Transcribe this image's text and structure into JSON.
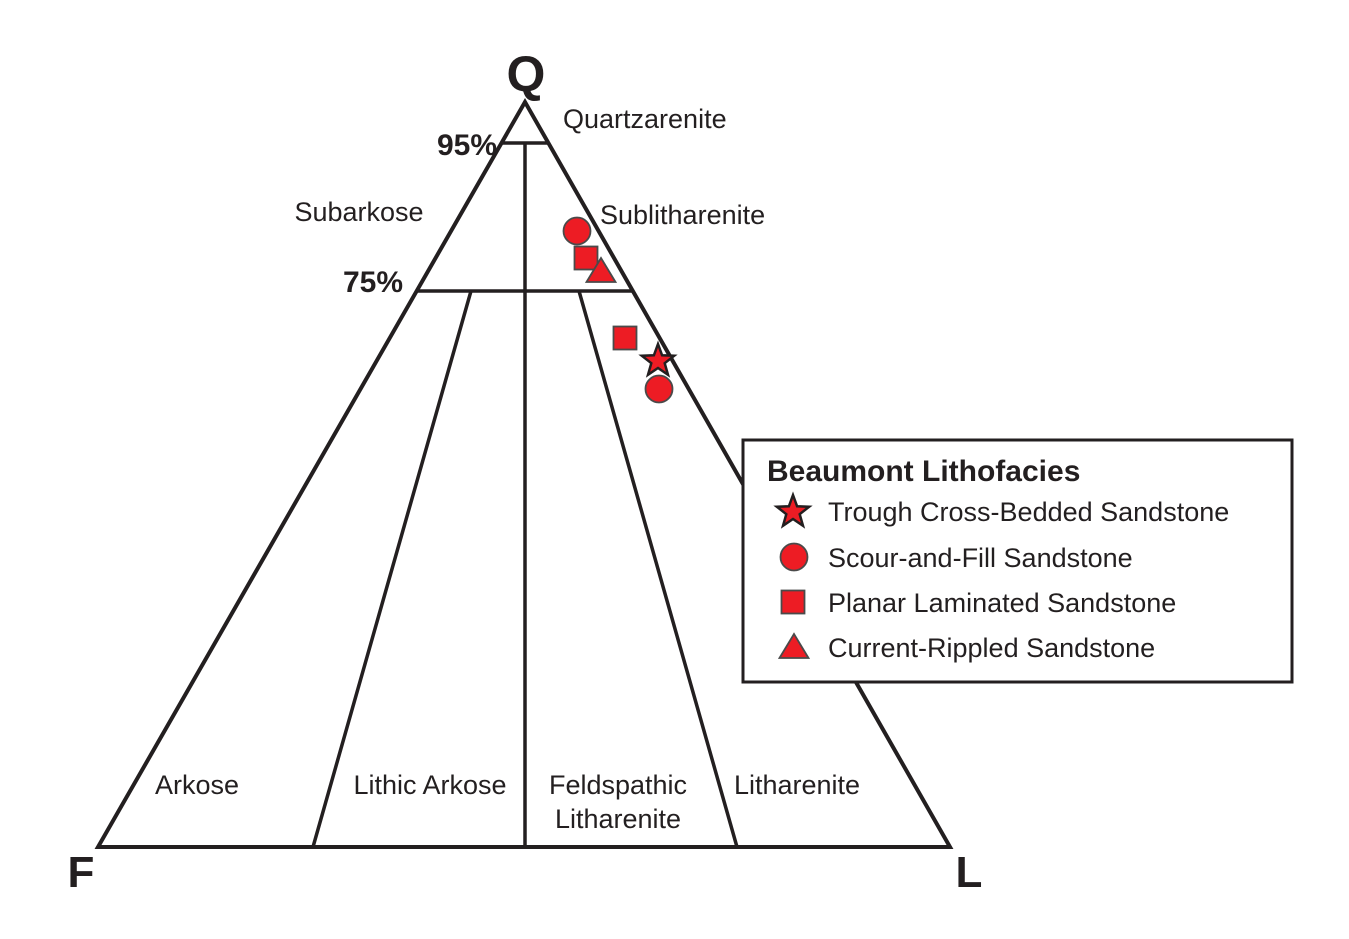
{
  "chart_data": {
    "type": "scatter",
    "subtype": "ternary-qfl-classification",
    "axes": {
      "top_label": "Q",
      "bottom_left_label": "F",
      "bottom_right_label": "L"
    },
    "gridlines": {
      "q95_label": "95%",
      "q75_label": "75%"
    },
    "fields": {
      "quartzarenite": "Quartzarenite",
      "subarkose": "Subarkose",
      "sublitharenite": "Sublitharenite",
      "arkose": "Arkose",
      "lithic_arkose": "Lithic Arkose",
      "feldspathic_litharenite_line1": "Feldspathic",
      "feldspathic_litharenite_line2": "Litharenite",
      "litharenite": "Litharenite"
    },
    "legend": {
      "title": "Beaumont Lithofacies",
      "items": [
        {
          "marker": "star",
          "label": "Trough Cross-Bedded Sandstone"
        },
        {
          "marker": "circle",
          "label": "Scour-and-Fill Sandstone"
        },
        {
          "marker": "square",
          "label": "Planar Laminated Sandstone"
        },
        {
          "marker": "triangle",
          "label": "Current-Rippled Sandstone"
        }
      ]
    },
    "series": [
      {
        "name": "Trough Cross-Bedded Sandstone",
        "marker": "star",
        "points": [
          {
            "px": 658,
            "py": 361,
            "Q": 65,
            "F": 2,
            "L": 33
          }
        ]
      },
      {
        "name": "Scour-and-Fill Sandstone",
        "marker": "circle",
        "points": [
          {
            "px": 577,
            "py": 231,
            "Q": 83,
            "F": 2,
            "L": 15
          },
          {
            "px": 659,
            "py": 389,
            "Q": 61,
            "F": 4,
            "L": 35
          }
        ]
      },
      {
        "name": "Planar Laminated Sandstone",
        "marker": "square",
        "points": [
          {
            "px": 586,
            "py": 258,
            "Q": 79,
            "F": 3,
            "L": 18
          },
          {
            "px": 625,
            "py": 338,
            "Q": 68,
            "F": 4,
            "L": 28
          }
        ]
      },
      {
        "name": "Current-Rippled Sandstone",
        "marker": "triangle",
        "points": [
          {
            "px": 601,
            "py": 271,
            "Q": 77,
            "F": 3,
            "L": 20
          }
        ]
      }
    ],
    "colors": {
      "marker_fill": "#ED1C24",
      "marker_stroke": "#4A4A4A",
      "star_stroke": "#231F20",
      "line_color": "#231F20",
      "background": "#FFFFFF"
    },
    "layout_hints": {
      "legend_position": "right-middle",
      "grid": "percent lines at Q=95 and Q=75",
      "apex_values": {
        "Q": 100,
        "F": 100,
        "L": 100
      }
    }
  }
}
